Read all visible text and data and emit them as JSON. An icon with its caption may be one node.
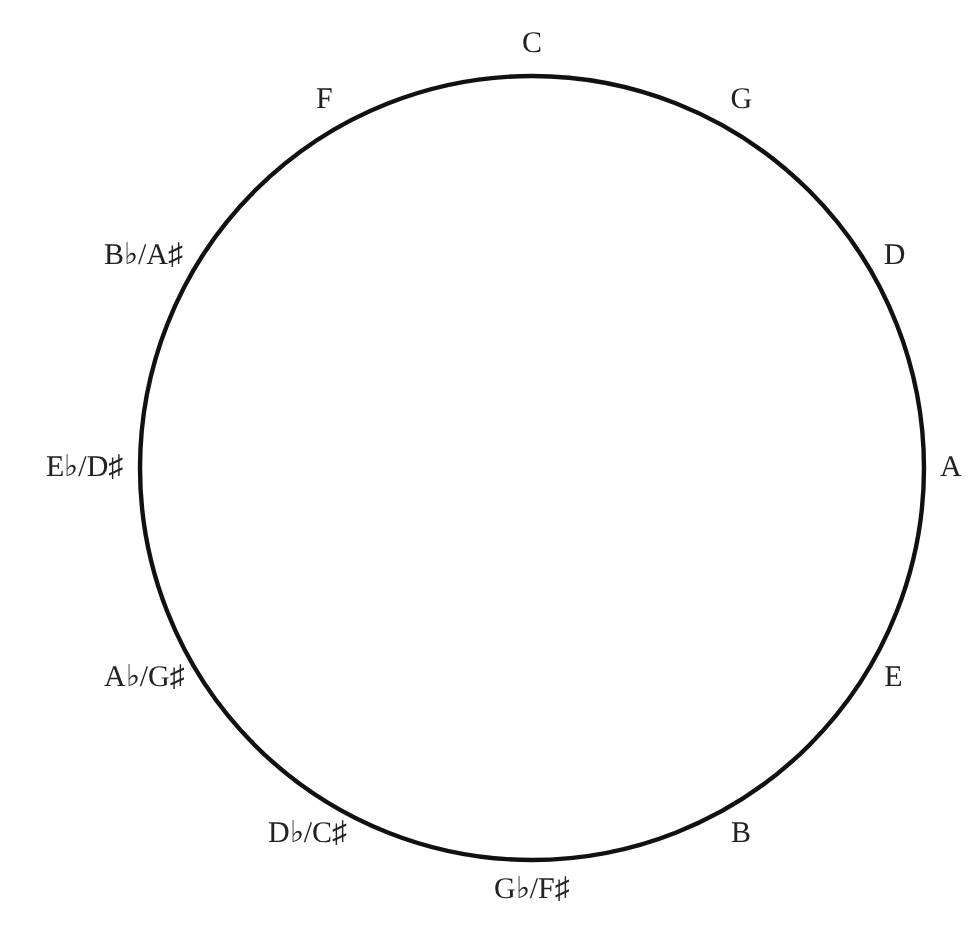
{
  "diagram": {
    "labels": [
      "C",
      "G",
      "D",
      "A",
      "E",
      "B",
      "G♭/F♯",
      "D♭/C♯",
      "A♭/G♯",
      "E♭/D♯",
      "B♭/A♯",
      "F"
    ]
  }
}
